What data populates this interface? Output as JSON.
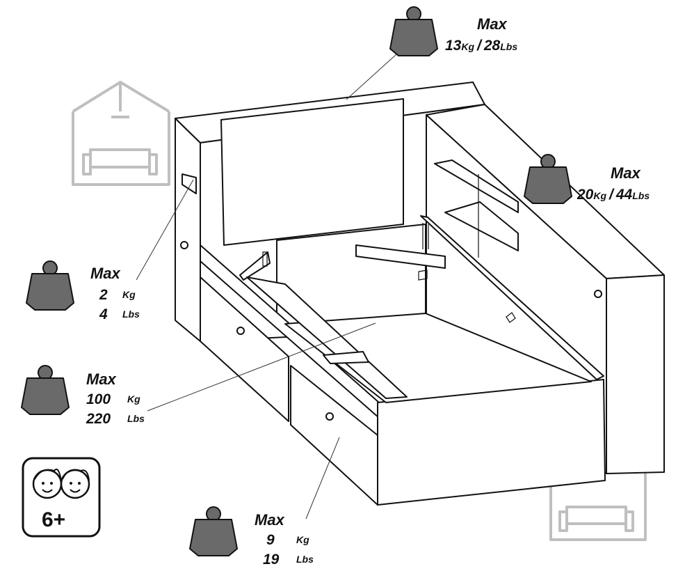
{
  "labels": {
    "headboard": {
      "max": "Max",
      "kg": "13",
      "kg_unit": "Kg",
      "sep": "/",
      "lbs": "28",
      "lbs_unit": "Lbs"
    },
    "side_shelf": {
      "max": "Max",
      "kg": "20",
      "kg_unit": "Kg",
      "sep": "/",
      "lbs": "44",
      "lbs_unit": "Lbs"
    },
    "small_shelf": {
      "max": "Max",
      "kg": "2",
      "kg_unit": "Kg",
      "lbs": "4",
      "lbs_unit": "Lbs"
    },
    "bed_base": {
      "max": "Max",
      "kg": "100",
      "kg_unit": "Kg",
      "lbs": "220",
      "lbs_unit": "Lbs"
    },
    "drawer": {
      "max": "Max",
      "kg": "9",
      "kg_unit": "Kg",
      "lbs": "19",
      "lbs_unit": "Lbs"
    }
  },
  "age_badge": {
    "text": "6+"
  },
  "icons": {
    "weight": "weight-icon",
    "watermark": "house-sofa-watermark-icon",
    "children": "children-faces-icon"
  },
  "colors": {
    "weight_fill": "#6a6a6a",
    "watermark": "#bfbfbf",
    "ink": "#111111"
  }
}
